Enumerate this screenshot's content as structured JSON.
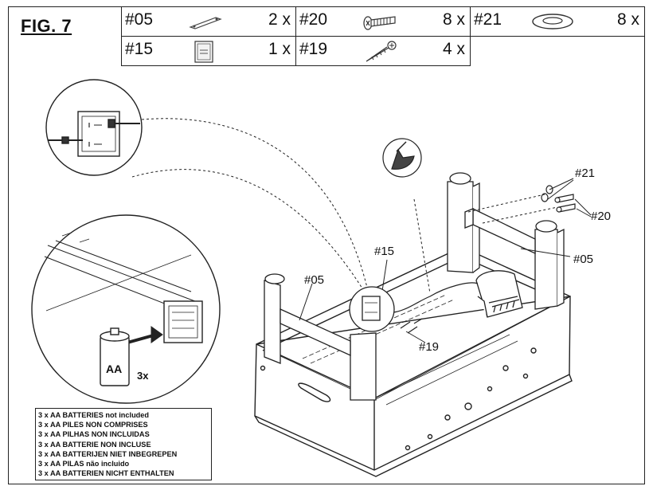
{
  "figure": {
    "title": "FIG. 7"
  },
  "parts": [
    {
      "id": "#05",
      "qty": "2 x",
      "icon": "bracket-bar-icon"
    },
    {
      "id": "#20",
      "qty": "8 x",
      "icon": "bolt-icon"
    },
    {
      "id": "#21",
      "qty": "8 x",
      "icon": "washer-icon"
    },
    {
      "id": "#15",
      "qty": "1 x",
      "icon": "battery-box-icon"
    },
    {
      "id": "#19",
      "qty": "4 x",
      "icon": "screw-icon"
    }
  ],
  "callouts": {
    "part_05_left": "#05",
    "part_05_right": "#05",
    "part_15": "#15",
    "part_19": "#19",
    "part_20": "#20",
    "part_21": "#21"
  },
  "battery": {
    "label": "AA",
    "count": "3x"
  },
  "notes": [
    "3 x AA BATTERIES not included",
    "3 x AA PILES NON COMPRISES",
    "3 x AA PILHAS NON INCLUIDAS",
    "3 x AA BATTERIE NON INCLUSE",
    "3 x AA BATTERIJEN NIET INBEGREPEN",
    "3 x AA PILAS não incluido",
    "3 x AA BATTERIEN NICHT ENTHALTEN"
  ]
}
